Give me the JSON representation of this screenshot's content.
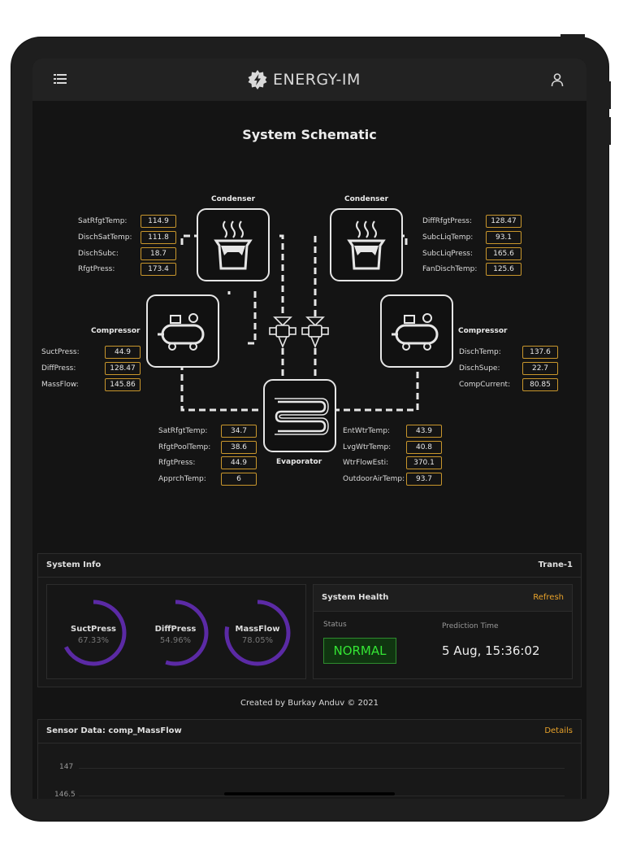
{
  "header": {
    "brand": "ENERGY-IM"
  },
  "schematic": {
    "title": "System Schematic",
    "left_condenser": {
      "title": "Condenser",
      "rows": [
        {
          "label": "SatRfgtTemp:",
          "value": "114.9"
        },
        {
          "label": "DischSatTemp:",
          "value": "111.8"
        },
        {
          "label": "DischSubc:",
          "value": "18.7"
        },
        {
          "label": "RfgtPress:",
          "value": "173.4"
        }
      ]
    },
    "right_condenser": {
      "title": "Condenser",
      "rows": [
        {
          "label": "DiffRfgtPress:",
          "value": "128.47"
        },
        {
          "label": "SubcLiqTemp:",
          "value": "93.1"
        },
        {
          "label": "SubcLiqPress:",
          "value": "165.6"
        },
        {
          "label": "FanDischTemp:",
          "value": "125.6"
        }
      ]
    },
    "left_compressor": {
      "title": "Compressor",
      "rows": [
        {
          "label": "SuctPress:",
          "value": "44.9"
        },
        {
          "label": "DiffPress:",
          "value": "128.47"
        },
        {
          "label": "MassFlow:",
          "value": "145.86"
        }
      ]
    },
    "right_compressor": {
      "title": "Compressor",
      "rows": [
        {
          "label": "DischTemp:",
          "value": "137.6"
        },
        {
          "label": "DischSupe:",
          "value": "22.7"
        },
        {
          "label": "CompCurrent:",
          "value": "80.85"
        }
      ]
    },
    "evaporator": {
      "title": "Evaporator",
      "left_rows": [
        {
          "label": "SatRfgtTemp:",
          "value": "34.7"
        },
        {
          "label": "RfgtPoolTemp:",
          "value": "38.6"
        },
        {
          "label": "RfgtPress:",
          "value": "44.9"
        },
        {
          "label": "ApprchTemp:",
          "value": "6"
        }
      ],
      "right_rows": [
        {
          "label": "EntWtrTemp:",
          "value": "43.9"
        },
        {
          "label": "LvgWtrTemp:",
          "value": "40.8"
        },
        {
          "label": "WtrFlowEsti:",
          "value": "370.1"
        },
        {
          "label": "OutdoorAirTemp:",
          "value": "93.7"
        }
      ]
    }
  },
  "system_info": {
    "title": "System Info",
    "unit": "Trane-1",
    "gauges": [
      {
        "name": "SuctPress",
        "value_text": "67.33%",
        "fraction": 0.6733
      },
      {
        "name": "DiffPress",
        "value_text": "54.96%",
        "fraction": 0.5496
      },
      {
        "name": "MassFlow",
        "value_text": "78.05%",
        "fraction": 0.7805
      }
    ],
    "health": {
      "title": "System Health",
      "refresh_label": "Refresh",
      "status_label": "Status",
      "status_value": "NORMAL",
      "prediction_label": "Prediction Time",
      "prediction_value": "5 Aug, 15:36:02"
    }
  },
  "footer": {
    "credit": "Created by Burkay Anduv © 2021"
  },
  "sensor": {
    "title": "Sensor Data: comp_MassFlow",
    "details_label": "Details",
    "ticks": [
      "147",
      "146.5"
    ]
  },
  "colors": {
    "accent": "#e8a22a",
    "gauge_arc": "#5b2aa5",
    "status_ok": "#34e534",
    "value_border": "#c8962c"
  }
}
